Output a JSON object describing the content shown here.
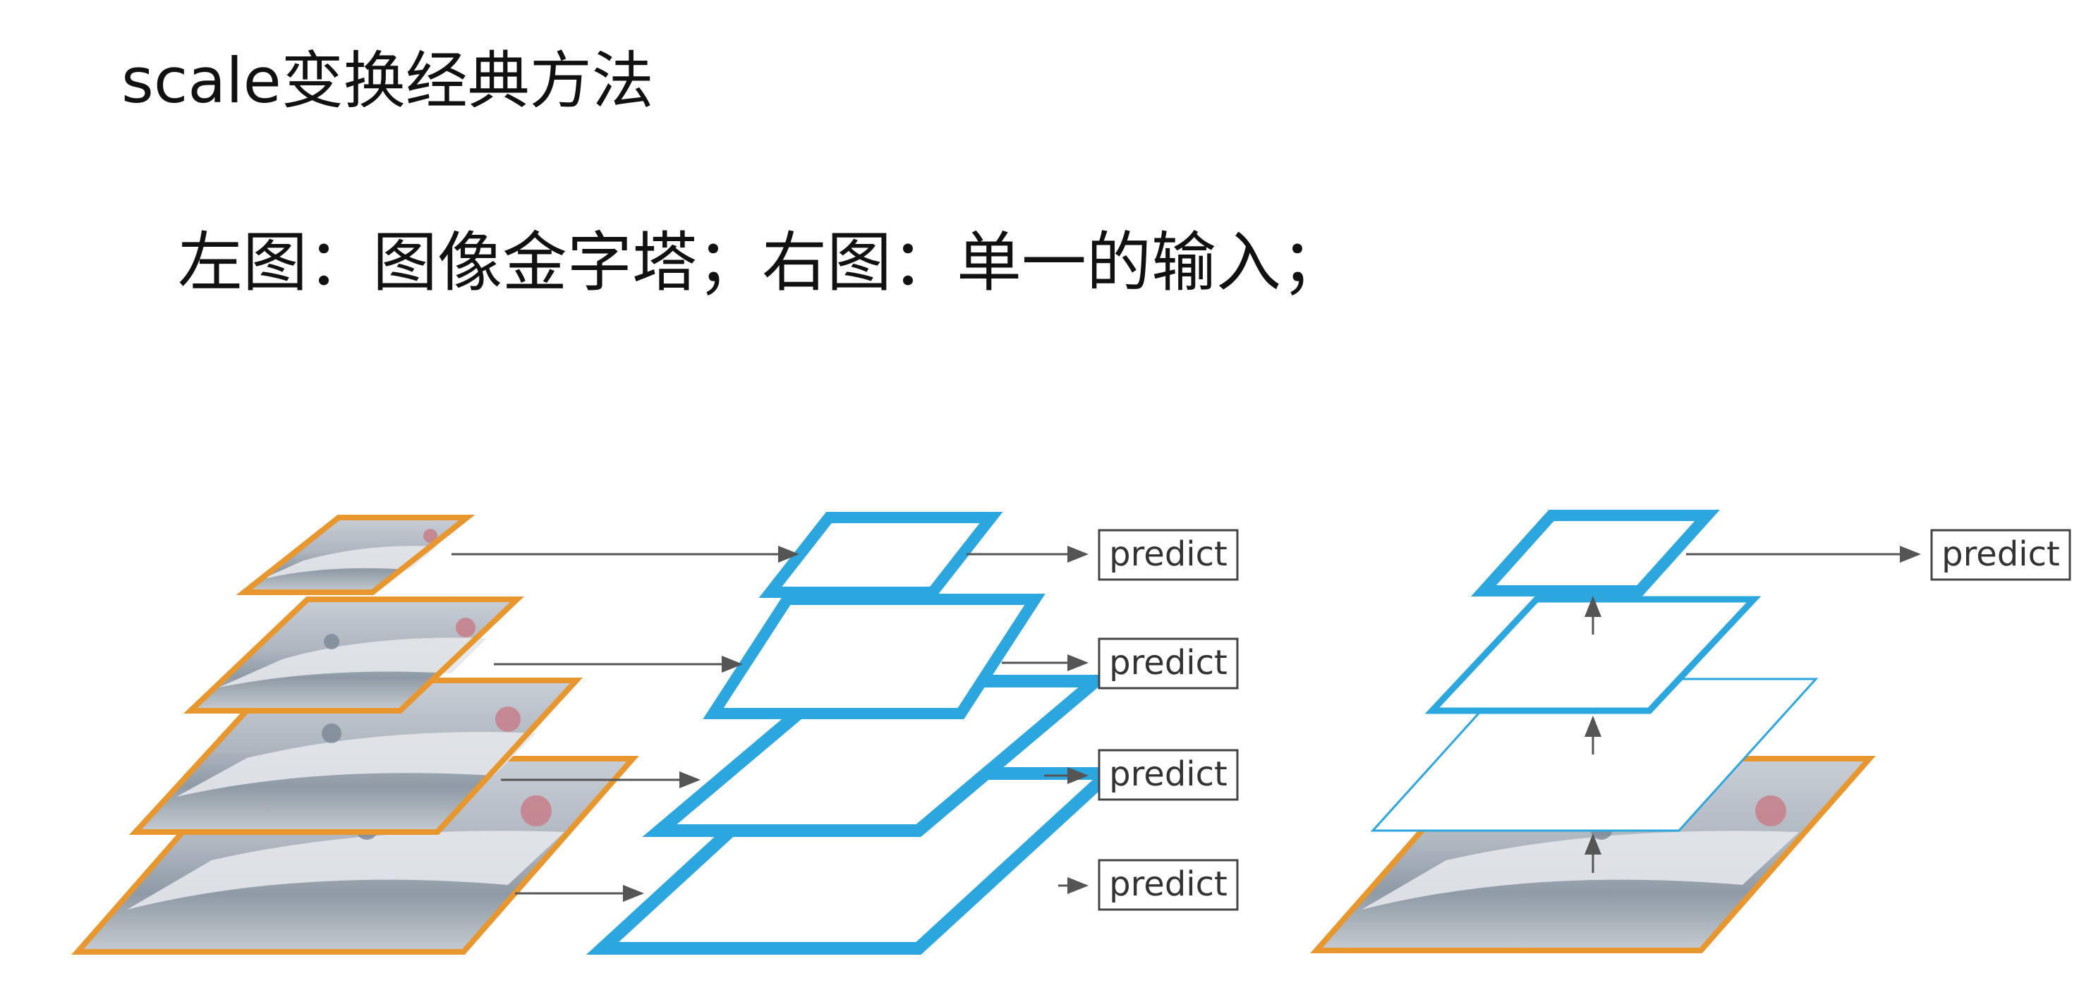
{
  "slide": {
    "title": "scale变换经典方法",
    "subtitle": "左图：图像金字塔；右图：单一的输入；"
  },
  "left_diagram": {
    "predict_labels": [
      "predict",
      "predict",
      "predict",
      "predict"
    ]
  },
  "right_diagram": {
    "predict_label": "predict"
  },
  "colors": {
    "image_frame": "#E8962E",
    "feature_map": "#2BA6DE",
    "arrow": "#555555",
    "box_border": "#444444"
  }
}
